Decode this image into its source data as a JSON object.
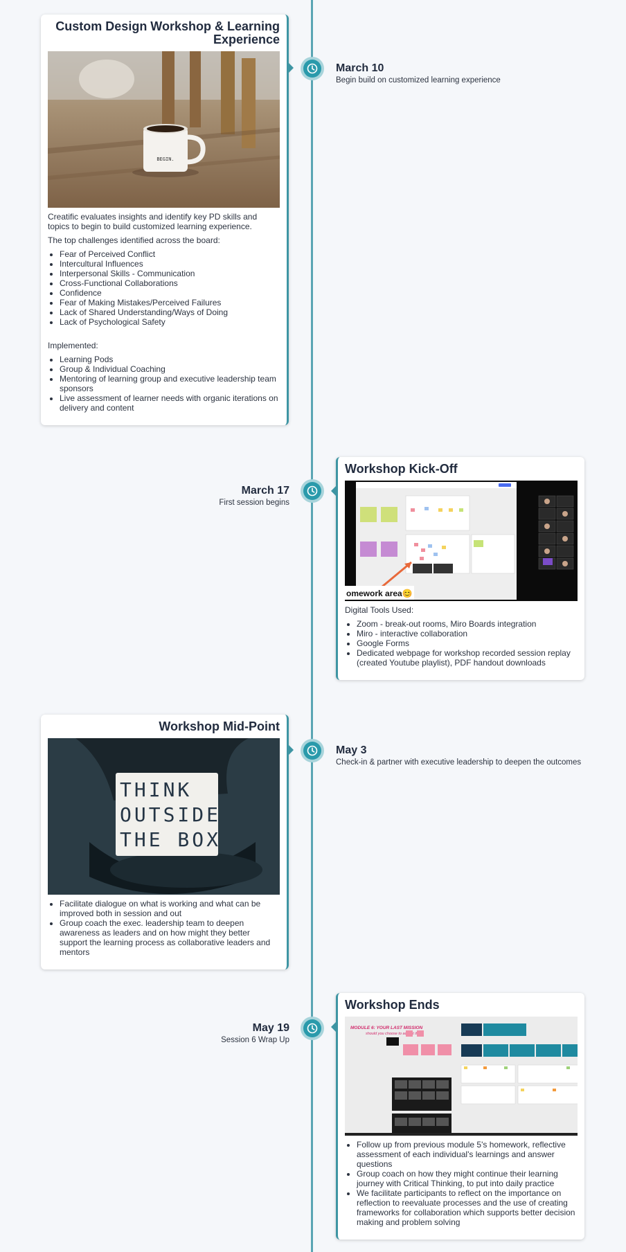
{
  "colors": {
    "accent": "#3e95a3",
    "node": "#2a9aab",
    "background": "#f5f7fa"
  },
  "events": [
    {
      "date": "March 10",
      "subtitle": "Begin build on customized learning experience",
      "icon": "clock-icon",
      "card": {
        "title": "Custom Design Workshop & Learning Experience",
        "image_text": "BEGIN.",
        "intro": "Creatific evaluates insights and identify key PD skills and topics to begin to build customized learning experience.",
        "challenges_heading": "The top challenges identified across the board:",
        "challenges": [
          "Fear of Perceived Conflict",
          "Intercultural Influences",
          "Interpersonal Skills - Communication",
          "Cross-Functional Collaborations",
          "Confidence",
          "Fear of Making Mistakes/Perceived Failures",
          "Lack of Shared Understanding/Ways of Doing",
          "Lack of Psychological Safety"
        ],
        "implemented_heading": "Implemented:",
        "implemented": [
          "Learning Pods",
          "Group & Individual Coaching",
          "Mentoring of learning group and executive leadership team sponsors",
          "Live assessment of learner needs with organic iterations on delivery and content"
        ]
      }
    },
    {
      "date": "March 17",
      "subtitle": "First session begins",
      "icon": "clock-icon",
      "card": {
        "title": "Workshop Kick-Off",
        "image_caption": "omework area😊",
        "tools_heading": "Digital Tools Used:",
        "tools": [
          "Zoom - break-out rooms, Miro Boards integration",
          "Miro - interactive collaboration",
          "Google Forms",
          "Dedicated webpage for workshop recorded session replay (created Youtube playlist), PDF handout downloads"
        ]
      }
    },
    {
      "date": "May 3",
      "subtitle": "Check-in & partner with executive leadership to deepen the outcomes",
      "icon": "clock-icon",
      "card": {
        "title": "Workshop Mid-Point",
        "image_lines": [
          "THINK",
          "OUTSIDE",
          "THE  BOX"
        ],
        "points": [
          "Facilitate dialogue on what is working and what can be improved both in session and out",
          "Group coach the exec. leadership team to deepen awareness as leaders and on how might they better support the learning process as collaborative leaders and mentors"
        ]
      }
    },
    {
      "date": "May 19",
      "subtitle": "Session 6 Wrap Up",
      "icon": "clock-icon",
      "card": {
        "title": "Workshop Ends",
        "image_heading": "MODULE 6: YOUR LAST MISSION",
        "image_subheading": "should you choose to accept it...",
        "points": [
          "Follow up from previous module 5's homework, reflective assessment of each individual's learnings and answer questions",
          "Group coach on how they might continue their learning journey with Critical Thinking, to put into daily practice",
          "We facilitate participants to reflect on the importance on reflection to reevaluate processes and the use of creating frameworks for  collaboration which supports better decision making and problem solving"
        ]
      }
    }
  ]
}
